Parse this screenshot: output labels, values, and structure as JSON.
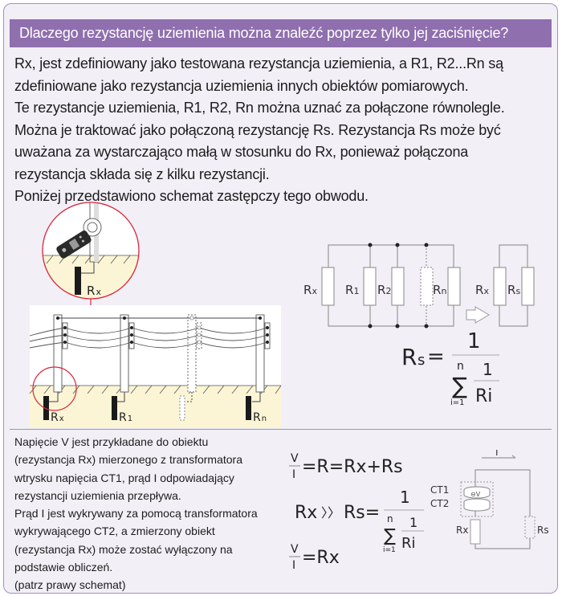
{
  "title": "Dlaczego rezystancję uziemienia można znaleźć poprzez tylko jej zaciśnięcie?",
  "intro_lines": [
    "Rx, jest zdefiniowany jako testowana rezystancja uziemienia, a R1, R2...Rn są",
    "zdefiniowane jako rezystancja uziemienia innych obiektów pomiarowych.",
    "Te rezystancje uziemienia, R1, R2, Rn można uznać za połączone równolegle.",
    "Można je traktować jako połączoną rezystancję Rs. Rezystancja Rs może być",
    "uważana za wystarczająco małą w stosunku do Rx, ponieważ połączona",
    "rezystancja składa się z kilku rezystancji.",
    "Poniżej przedstawiono schemat zastępczy tego obwodu."
  ],
  "field_diagram": {
    "zoom_label": {
      "main": "R",
      "sub": "x"
    },
    "rod_labels": [
      {
        "main": "R",
        "sub": "x"
      },
      {
        "main": "R",
        "sub": "1"
      },
      {
        "main": "R",
        "sub": "n"
      }
    ]
  },
  "circuit_diagram": {
    "resistors": [
      {
        "main": "R",
        "sub": "x"
      },
      {
        "main": "R",
        "sub": "1"
      },
      {
        "main": "R",
        "sub": "2"
      },
      {
        "main": "R",
        "sub": "n"
      }
    ],
    "equivalent": [
      {
        "main": "R",
        "sub": "x"
      },
      {
        "main": "R",
        "sub": "s"
      }
    ],
    "formula": {
      "lhs_main": "R",
      "lhs_sub": "s",
      "equals": "=",
      "numerator": "1",
      "sum_upper": "n",
      "sum_lower": "i=1",
      "inner_num": "1",
      "inner_den": "Ri"
    }
  },
  "bottom_text_lines": [
    "Napięcie V jest przykładane do obiektu",
    "(rezystancja Rx) mierzonego z transformatora",
    "wtrysku napięcia CT1, prąd I odpowiadający",
    "rezystancji uziemienia przepływa.",
    "Prąd I jest wykrywany za pomocą transformatora",
    "wykrywającego CT2, a zmierzony obiekt",
    "(rezystancja Rx) może zostać wyłączony na",
    "podstawie obliczeń.",
    "(patrz prawy schemat)"
  ],
  "equations": {
    "eq1": {
      "num": "V",
      "den": "I",
      "rest": "=R=Rx+Rs"
    },
    "eq2": {
      "lhs": "Rx",
      "gg": "〉〉",
      "rs": "Rs=",
      "numerator": "1",
      "sum_upper": "n",
      "sum_lower": "i=1",
      "inner_num": "1",
      "inner_den": "Ri"
    },
    "eq3": {
      "num": "V",
      "den": "I",
      "rest": "=Rx"
    }
  },
  "ct_diagram": {
    "current_label": "I",
    "ct1": "CT1",
    "ct2": "CT2",
    "voltage_symbol": "⊖V",
    "rx": "Rx",
    "rs": "Rs"
  },
  "colors": {
    "title_bg": "#8f6fae",
    "card_bg": "#f2eff7",
    "ground_fill": "#fbf5d6",
    "red": "#d8263a"
  }
}
